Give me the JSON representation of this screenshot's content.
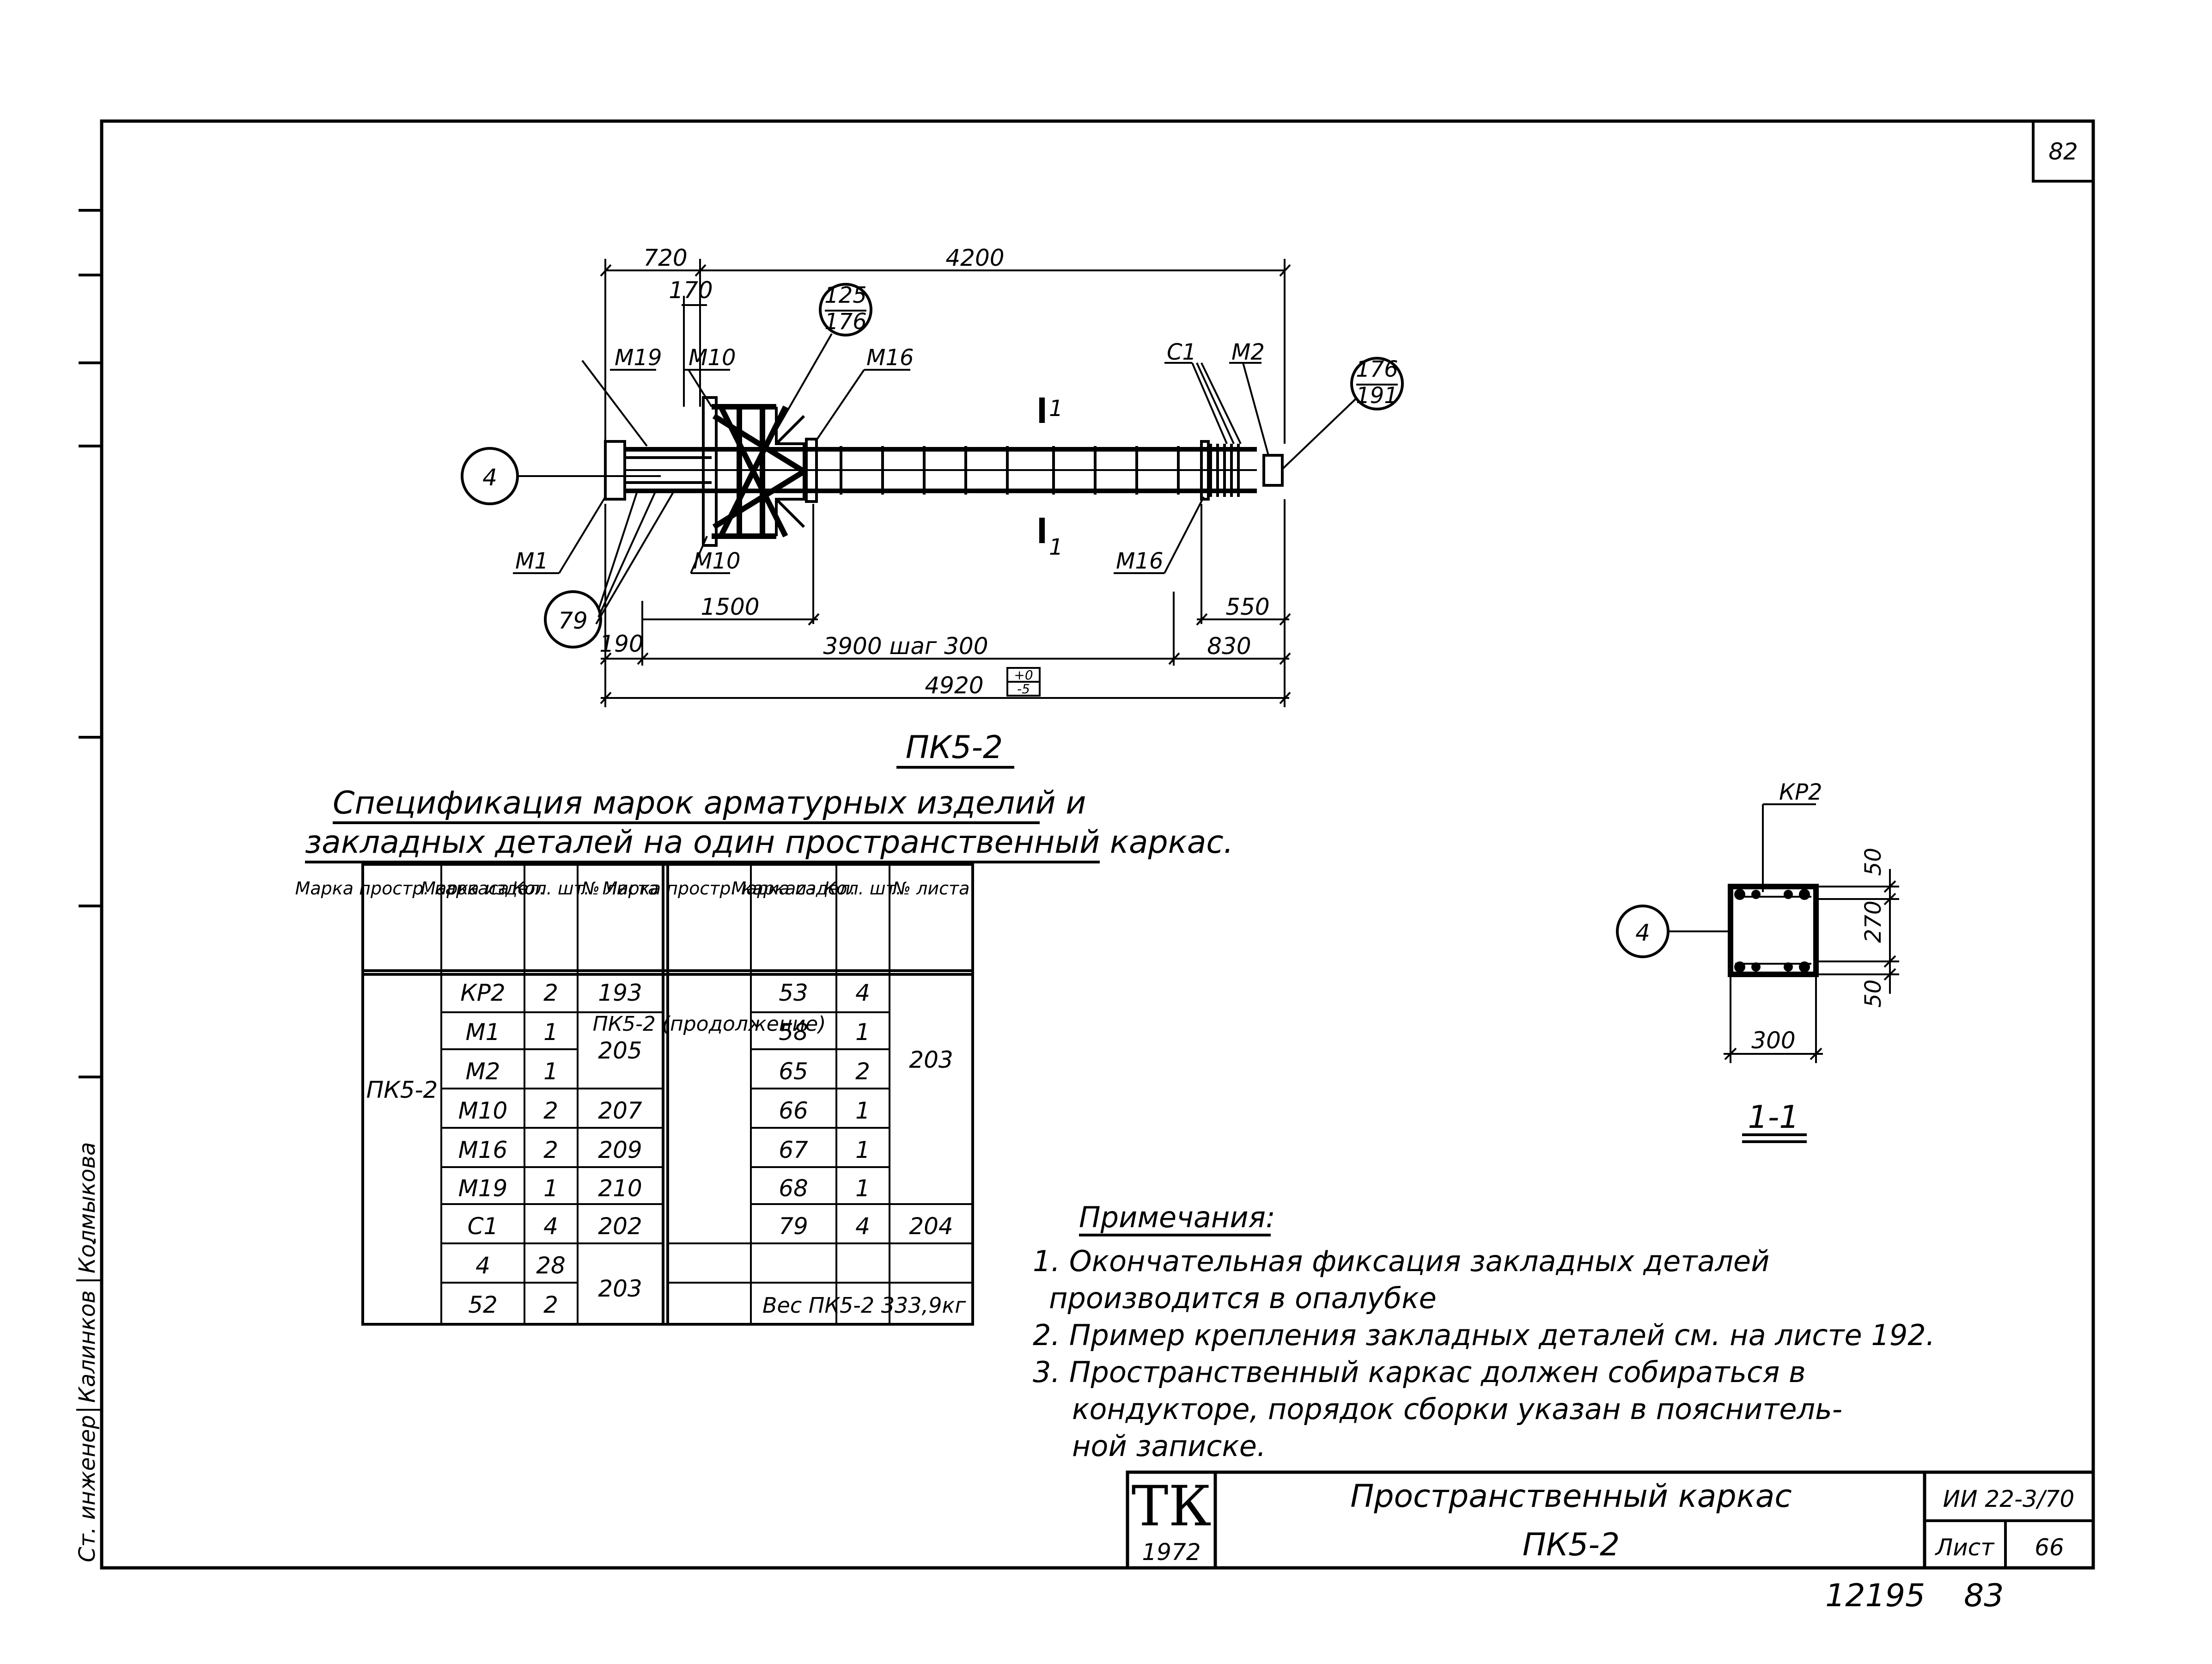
{
  "sheet": {
    "page_number": "82",
    "footer_left": "12195",
    "footer_right": "83",
    "side_stamp": [
      "Ст. инженер",
      "Калинков",
      "Колмыкова"
    ]
  },
  "drawing": {
    "caption": "ПК5-2",
    "dims": {
      "d720": "720",
      "d4200": "4200",
      "d170": "170",
      "d1500": "1500",
      "d550": "550",
      "d190": "190",
      "d3900": "3900 шаг 300",
      "d830": "830",
      "d4920": "4920",
      "tol_top": "+0",
      "tol_bot": "-5"
    },
    "labels": {
      "m19": "М19",
      "m10a": "М10",
      "m16a": "М16",
      "c1": "С1",
      "m2": "М2",
      "m1": "М1",
      "m10b": "М10",
      "m16b": "М16",
      "cut_a": "1",
      "cut_b": "1"
    },
    "circles": {
      "c4": "4",
      "c79": "79",
      "c125_top": "125",
      "c125_bot": "176",
      "c176_top": "176",
      "c176_bot": "191"
    }
  },
  "section": {
    "caption": "1-1",
    "kp_label": "КР2",
    "circle": "4",
    "dim_50a": "50",
    "dim_270": "270",
    "dim_50b": "50",
    "dim_300": "300"
  },
  "spec": {
    "title_line1": "Спецификация марок арматурных изделий и",
    "title_line2": "закладных деталей на один пространственный каркас.",
    "headers": [
      "Марка простр. каркаса",
      "Марка издел.",
      "Кол. шт.",
      "№ листа",
      "Марка простр. каркаса",
      "Марка издел.",
      "Кол. шт.",
      "№ листа"
    ],
    "left_frame": "ПК5-2",
    "left_rows": [
      {
        "mark": "КР2",
        "qty": "2",
        "sheet": "193"
      },
      {
        "mark": "М1",
        "qty": "1",
        "sheet": ""
      },
      {
        "mark": "М2",
        "qty": "1",
        "sheet": ""
      },
      {
        "mark": "М10",
        "qty": "2",
        "sheet": "207"
      },
      {
        "mark": "М16",
        "qty": "2",
        "sheet": "209"
      },
      {
        "mark": "М19",
        "qty": "1",
        "sheet": "210"
      },
      {
        "mark": "С1",
        "qty": "4",
        "sheet": "202"
      },
      {
        "mark": "4",
        "qty": "28",
        "sheet": ""
      },
      {
        "mark": "52",
        "qty": "2",
        "sheet": ""
      }
    ],
    "merged_205": "205",
    "merged_203_left": "203",
    "right_frame": "ПК5-2 (продолжение)",
    "right_rows": [
      {
        "mark": "53",
        "qty": "4"
      },
      {
        "mark": "58",
        "qty": "1"
      },
      {
        "mark": "65",
        "qty": "2"
      },
      {
        "mark": "66",
        "qty": "1"
      },
      {
        "mark": "67",
        "qty": "1"
      },
      {
        "mark": "68",
        "qty": "1"
      },
      {
        "mark": "79",
        "qty": "4"
      }
    ],
    "merged_203_right": "203",
    "sheet_204": "204",
    "weight": "Вес ПК5-2 333,9кг"
  },
  "notes": {
    "title": "Примечания:",
    "lines": [
      "1. Окончательная фиксация закладных деталей",
      "производится в опалубке",
      "2. Пример крепления закладных деталей см. на листе 192.",
      "3. Пространственный каркас должен собираться в",
      "кондукторе, порядок сборки указан в пояснитель-",
      "ной записке."
    ]
  },
  "title_block": {
    "org": "ТК",
    "year": "1972",
    "title_line1": "Пространственный каркас",
    "title_line2": "ПК5-2",
    "code": "ИИ 22-3/70",
    "sheet_label": "Лист",
    "sheet_number": "66"
  }
}
